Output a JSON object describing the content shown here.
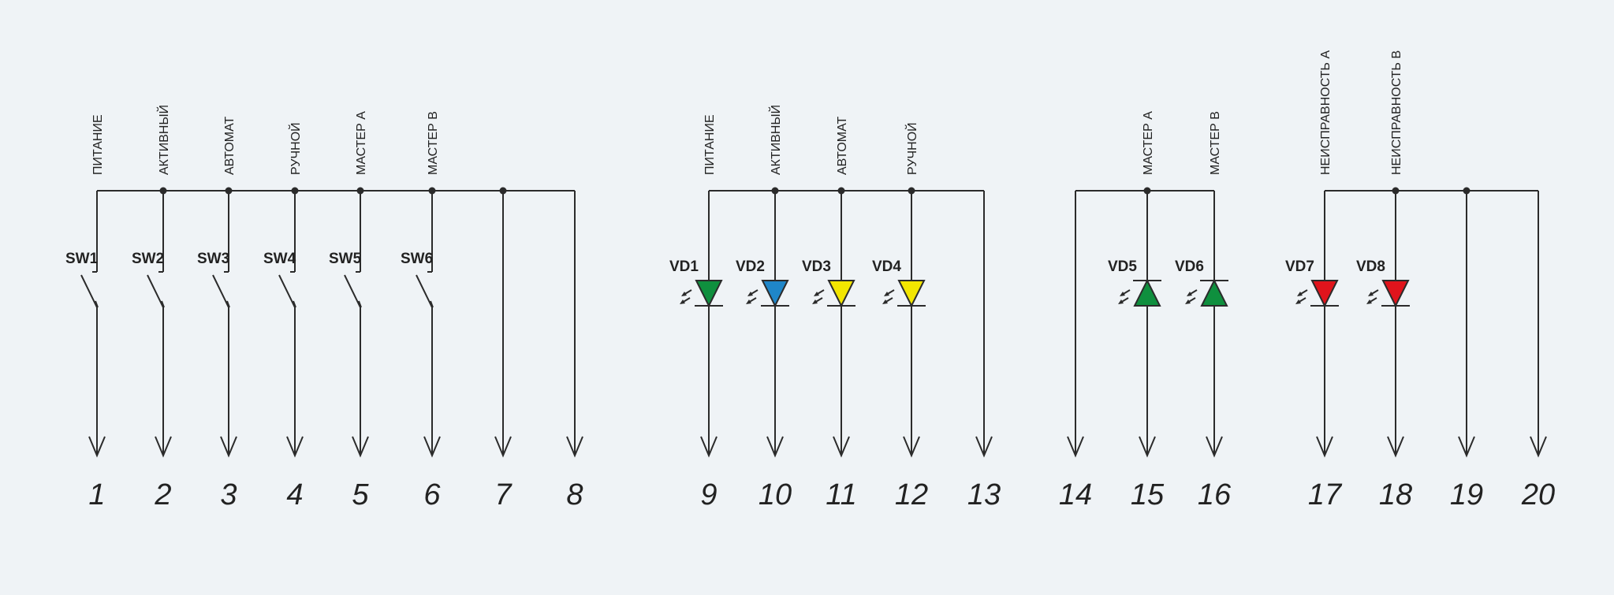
{
  "colors": {
    "background": "#eff3f6",
    "wire": "#2b2b2b",
    "led_green": "#0f8f3e",
    "led_blue": "#1f86c8",
    "led_yellow": "#f3e600",
    "led_red": "#e0141c"
  },
  "groups": [
    {
      "id": "switches",
      "pins": [
        1,
        2,
        3,
        4,
        5,
        6,
        7,
        8
      ],
      "signals": [
        "ПИТАНИЕ",
        "АКТИВНЫЙ",
        "АВТОМАТ",
        "РУЧНОЙ",
        "МАСТЕР А",
        "МАСТЕР В"
      ],
      "components": [
        {
          "ref": "SW1",
          "type": "switch"
        },
        {
          "ref": "SW2",
          "type": "switch"
        },
        {
          "ref": "SW3",
          "type": "switch"
        },
        {
          "ref": "SW4",
          "type": "switch"
        },
        {
          "ref": "SW5",
          "type": "switch"
        },
        {
          "ref": "SW6",
          "type": "switch"
        }
      ],
      "common_pins": [
        7,
        8
      ]
    },
    {
      "id": "status-leds",
      "pins": [
        9,
        10,
        11,
        12,
        13
      ],
      "signals": [
        "ПИТАНИЕ",
        "АКТИВНЫЙ",
        "АВТОМАТ",
        "РУЧНОЙ"
      ],
      "components": [
        {
          "ref": "VD1",
          "type": "led",
          "color": "green",
          "direction": "down"
        },
        {
          "ref": "VD2",
          "type": "led",
          "color": "blue",
          "direction": "down"
        },
        {
          "ref": "VD3",
          "type": "led",
          "color": "yellow",
          "direction": "down"
        },
        {
          "ref": "VD4",
          "type": "led",
          "color": "yellow",
          "direction": "down"
        }
      ],
      "common_pins": [
        13
      ]
    },
    {
      "id": "master-leds",
      "pins": [
        14,
        15,
        16
      ],
      "signals": [
        "МАСТЕР А",
        "МАСТЕР В"
      ],
      "components": [
        {
          "ref": "VD5",
          "type": "led",
          "color": "green",
          "direction": "up"
        },
        {
          "ref": "VD6",
          "type": "led",
          "color": "green",
          "direction": "up"
        }
      ],
      "common_pins": [
        14
      ]
    },
    {
      "id": "fault-leds",
      "pins": [
        17,
        18,
        19,
        20
      ],
      "signals": [
        "НЕИСПРАВНОСТЬ А",
        "НЕИСПРАВНОСТЬ В"
      ],
      "components": [
        {
          "ref": "VD7",
          "type": "led",
          "color": "red",
          "direction": "down"
        },
        {
          "ref": "VD8",
          "type": "led",
          "color": "red",
          "direction": "down"
        }
      ],
      "common_pins": [
        19,
        20
      ]
    }
  ]
}
